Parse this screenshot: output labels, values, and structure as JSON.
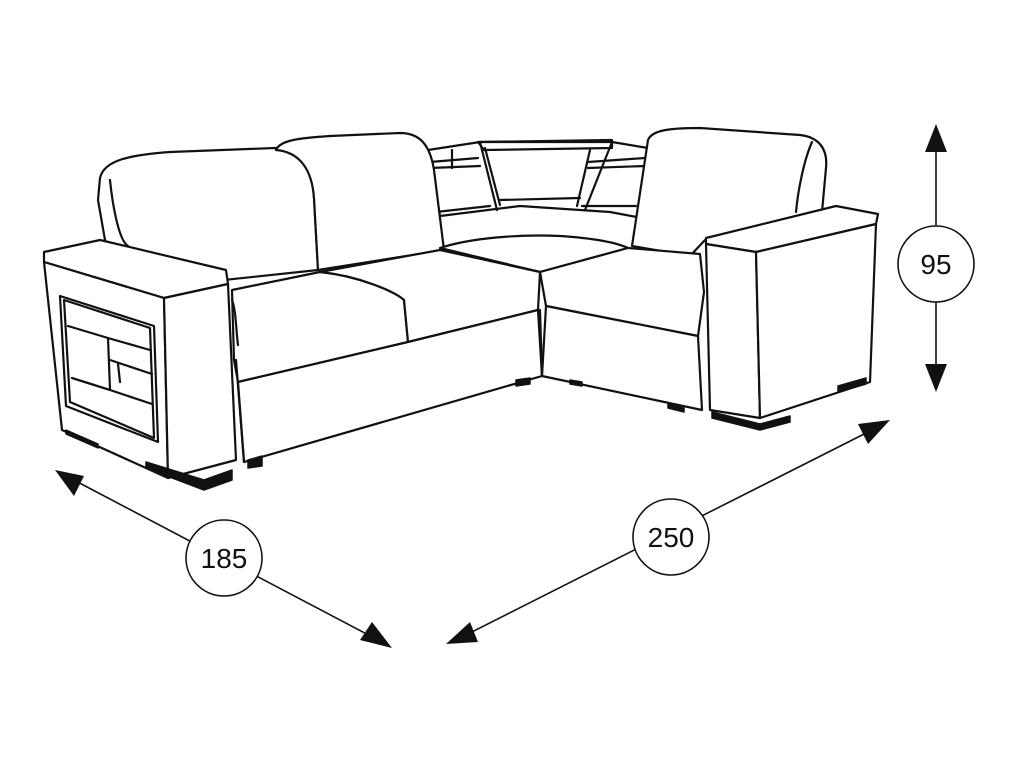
{
  "dimensions": {
    "height": {
      "label": "95"
    },
    "depth": {
      "label": "185"
    },
    "width": {
      "label": "250"
    }
  },
  "colors": {
    "line": "#111111",
    "background": "#ffffff"
  }
}
